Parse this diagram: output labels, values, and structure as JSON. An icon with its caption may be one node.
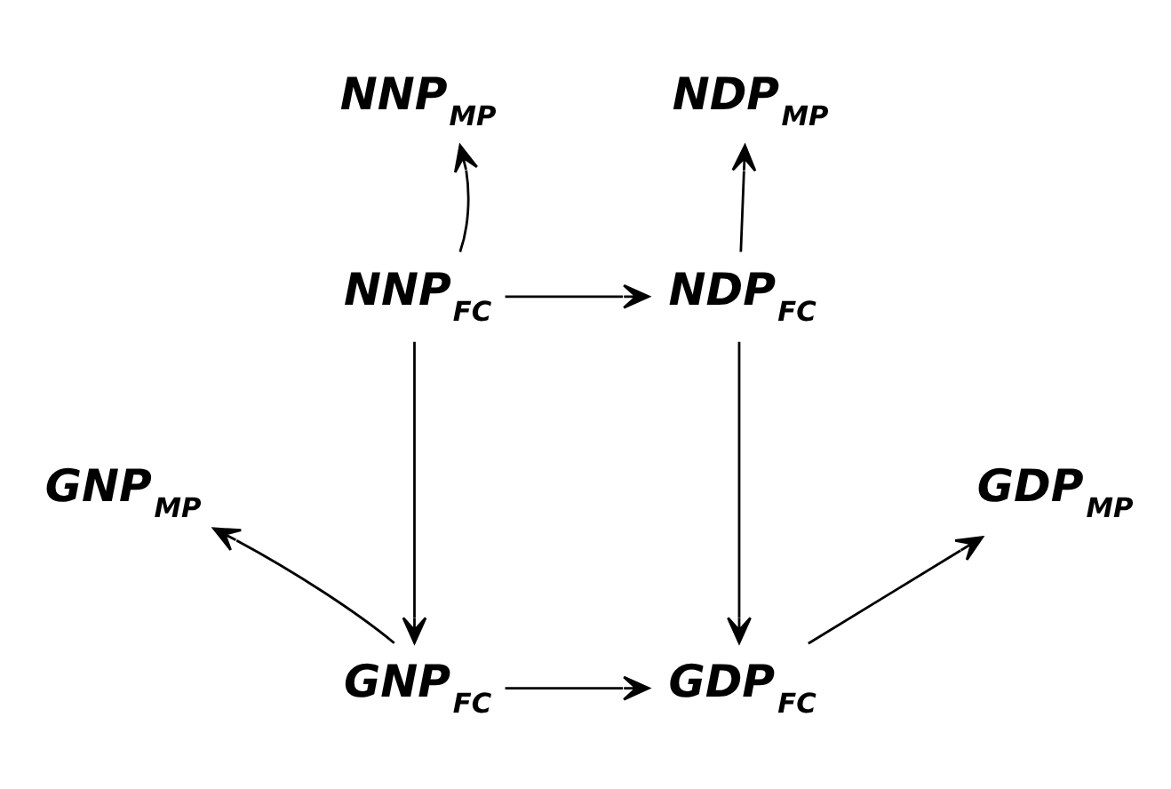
{
  "diagram": {
    "nodes": [
      {
        "text": [
          "NNP$_{MP}$"
        ]
      },
      {
        "text": [
          "NDP$_{MP}$"
        ]
      },
      {
        "text": [
          "NNP$_{FC}$"
        ]
      },
      {
        "text": [
          "NDP$_{FC}$"
        ]
      },
      {
        "text": [
          "GNP$_{MP}$"
        ]
      },
      {
        "text": [
          "GDP$_{MP}$"
        ]
      },
      {
        "text": [
          "GNP$_{FC}$"
        ]
      },
      {
        "text": [
          "GDP$_{FC}$"
        ]
      }
    ],
    "edges": [
      {
        "from": 2,
        "to": 0,
        "arrow": "to"
      },
      {
        "from": 2,
        "to": 3,
        "arrow": "to"
      },
      {
        "from": 3,
        "to": 1,
        "arrow": "to"
      },
      {
        "from": 2,
        "to": 6,
        "arrow": "to"
      },
      {
        "from": 3,
        "to": 7,
        "arrow": "to"
      },
      {
        "from": 6,
        "to": 4,
        "arrow": "to"
      },
      {
        "from": 6,
        "to": 7,
        "arrow": "to"
      },
      {
        "from": 7,
        "to": 5,
        "arrow": "to"
      }
    ]
  }
}
